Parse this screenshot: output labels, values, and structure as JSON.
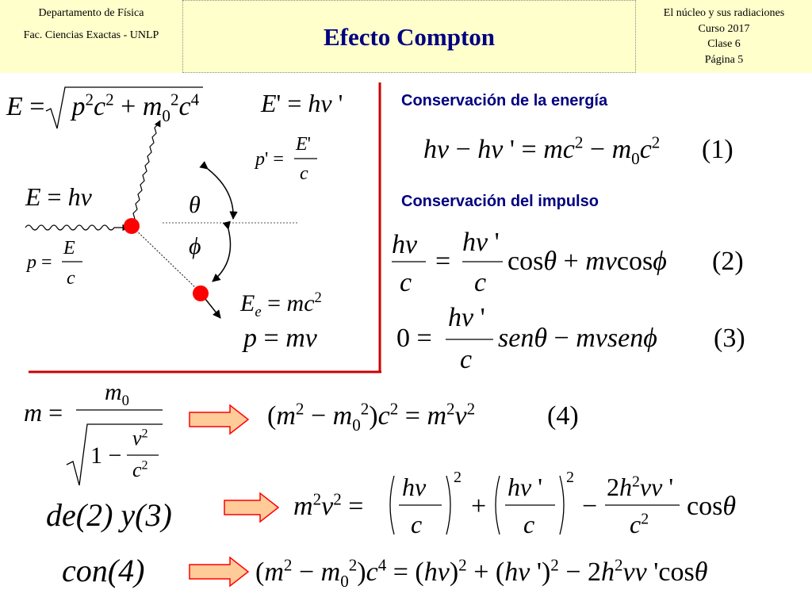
{
  "header": {
    "left_line1": "Departamento de Física",
    "left_line2": "Fac. Ciencias Exactas - UNLP",
    "title": "Efecto Compton",
    "right_line1": "El núcleo y sus radiaciones",
    "right_line2": "Curso 2017",
    "right_line3": "Clase 6",
    "right_line4": "Página 5"
  },
  "sections": {
    "energy": "Conservación de la energía",
    "momentum": "Conservación del impulso"
  },
  "equation_numbers": {
    "eq1": "(1)",
    "eq2": "(2)",
    "eq3": "(3)",
    "eq4": "(4)"
  },
  "labels": {
    "from_2_and_3": "de(2) y(3)",
    "with_4": "con(4)",
    "theta": "θ",
    "phi": "ϕ"
  },
  "colors": {
    "header_bg": "#ffffcc",
    "title": "#000080",
    "section": "#000080",
    "frame": "#cc0000",
    "particle": "#ff0000",
    "arrow_fill": "#ffcc99",
    "arrow_stroke": "#ff0000"
  }
}
